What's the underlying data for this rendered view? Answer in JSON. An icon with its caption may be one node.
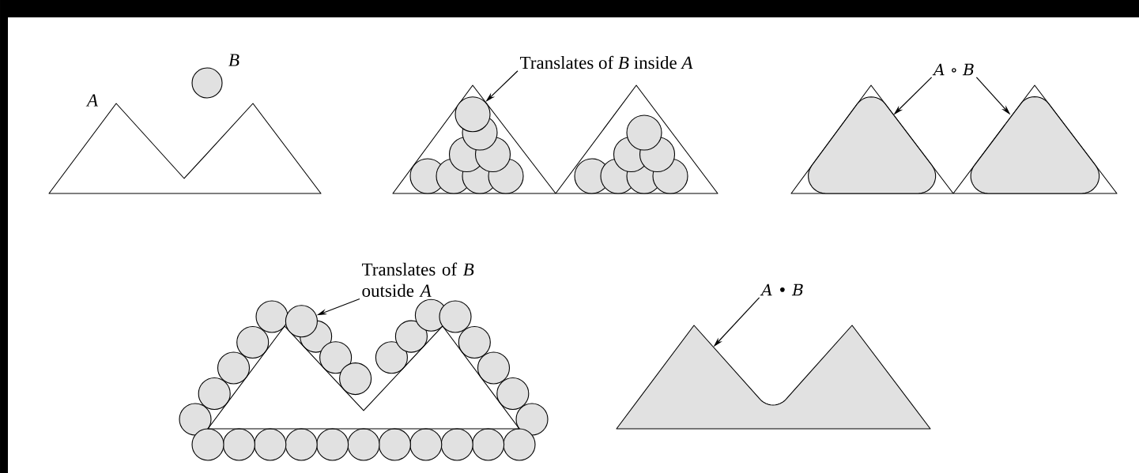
{
  "diagram": {
    "nodes": [
      {
        "text": [
          "Translates of *B* inside *A*"
        ]
      },
      {
        "text": [],
        "shape": "circle"
      },
      {
        "text": [
          "*A* ∘ *B*"
        ]
      },
      {
        "text": [],
        "shape": "triangle"
      },
      {
        "text": [],
        "shape": "triangle"
      },
      {
        "text": [
          "Translates of *B* outside *A*"
        ]
      },
      {
        "text": [],
        "shape": "circle"
      },
      {
        "text": [
          "*A* • *B*"
        ]
      },
      {
        "text": [],
        "shape": "polygon"
      }
    ],
    "edges": [
      {
        "from": 0,
        "to": 1,
        "arrow": "to"
      },
      {
        "from": 2,
        "to": 3,
        "arrow": "to"
      },
      {
        "from": 2,
        "to": 4,
        "arrow": "to"
      },
      {
        "from": 5,
        "to": 6,
        "arrow": "to"
      },
      {
        "from": 7,
        "to": 8,
        "arrow": "to"
      }
    ],
    "labels": [
      "B",
      "A"
    ]
  }
}
